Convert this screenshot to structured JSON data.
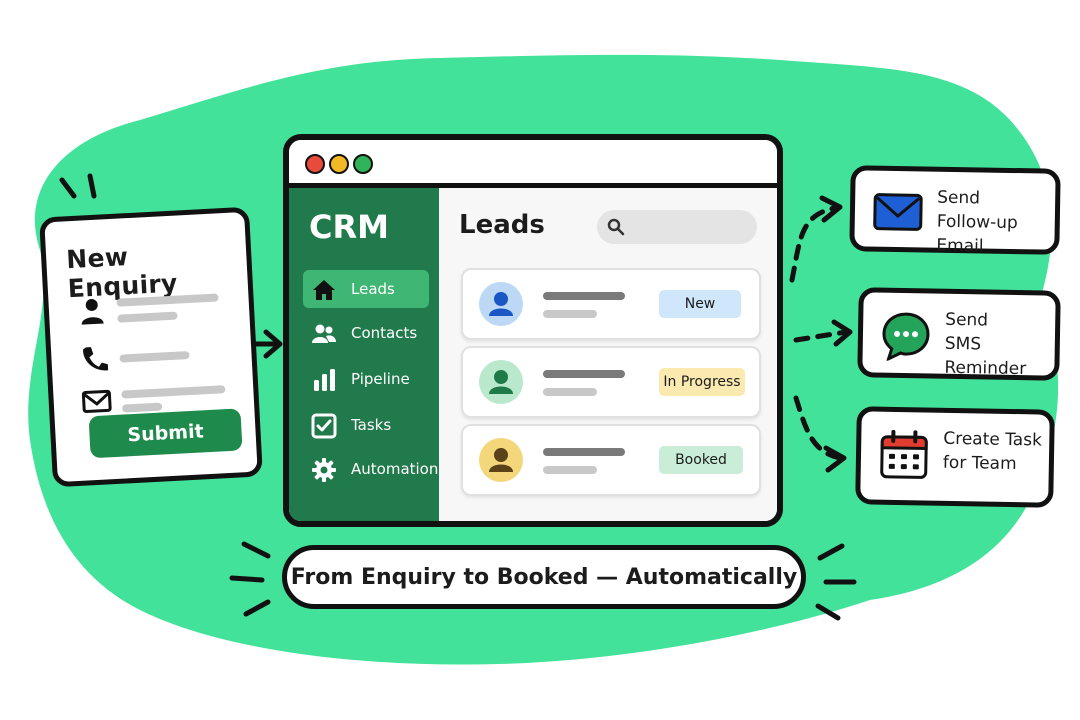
{
  "enquiry_form": {
    "title": "New Enquiry",
    "fields": [
      {
        "icon": "person-icon"
      },
      {
        "icon": "phone-icon"
      },
      {
        "icon": "mail-icon"
      }
    ],
    "submit_label": "Submit"
  },
  "crm_window": {
    "logo": "CRM",
    "nav": [
      {
        "label": "Leads",
        "icon": "home-icon",
        "active": true
      },
      {
        "label": "Contacts",
        "icon": "contacts-icon",
        "active": false
      },
      {
        "label": "Pipeline",
        "icon": "bar-chart-icon",
        "active": false
      },
      {
        "label": "Tasks",
        "icon": "checkbox-icon",
        "active": false
      },
      {
        "label": "Automation",
        "icon": "gear-icon",
        "active": false
      }
    ],
    "main_title": "Leads",
    "leads": [
      {
        "status": "New",
        "badge_color": "#cfe6fb",
        "avatar_color": "#bcd8f5",
        "avatar_fg": "#1a56c4"
      },
      {
        "status": "In Progress",
        "badge_color": "#fbeab0",
        "avatar_color": "#b9e8cd",
        "avatar_fg": "#1e7a48"
      },
      {
        "status": "Booked",
        "badge_color": "#c9edd7",
        "avatar_color": "#f4d77a",
        "avatar_fg": "#5a4318"
      }
    ]
  },
  "actions": [
    {
      "line1": "Send",
      "line2": "Follow-up Email",
      "icon": "email-icon"
    },
    {
      "line1": "Send",
      "line2": "SMS Reminder",
      "icon": "chat-bubble-icon"
    },
    {
      "line1": "Create Task",
      "line2": "for Team",
      "icon": "calendar-icon"
    }
  ],
  "caption": "From Enquiry to Booked — Automatically",
  "colors": {
    "background_blob": "#43e29a",
    "sidebar": "#217a4b",
    "active_nav": "#3fb673",
    "submit": "#1e8a4c"
  }
}
